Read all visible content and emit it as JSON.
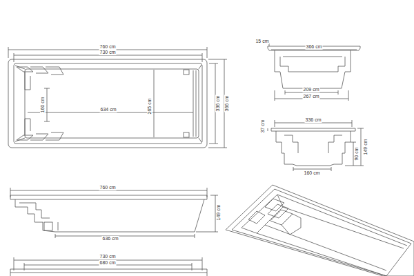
{
  "diagram": {
    "labels": [
      "760 cm",
      "730 cm",
      "160 cm",
      "634 cm",
      "265 cm",
      "336 cm",
      "366 cm",
      "15 cm",
      "366 cm",
      "209 cm",
      "267 cm",
      "336 cm",
      "37 cm",
      "149 cm",
      "90 cm",
      "160 cm",
      "760 cm",
      "149 cm",
      "636 cm",
      "730 cm",
      "680 cm"
    ]
  }
}
